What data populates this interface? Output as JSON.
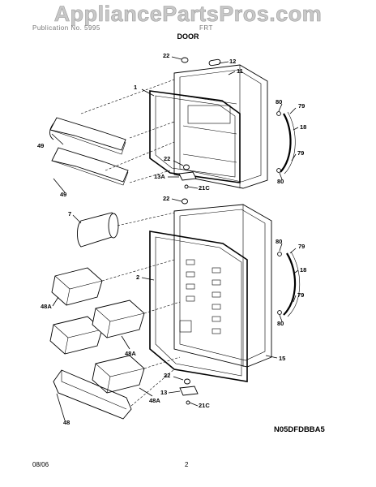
{
  "watermark": "AppliancePartsPros.com",
  "header_left": "Publication No. 5995",
  "header_right": "FRT",
  "section_title": "DOOR",
  "drawing_code": "N05DFDBBA5",
  "footer_date": "08/06",
  "footer_page": "2",
  "callouts": {
    "c22a": "22",
    "c12": "12",
    "c11": "11",
    "c1": "1",
    "c80a": "80",
    "c79a": "79",
    "c18a": "18",
    "c79b": "79",
    "c80b": "80",
    "c49a": "49",
    "c49b": "49",
    "c22b": "22",
    "c13a": "13A",
    "c21ca": "21C",
    "c22c": "22",
    "c7": "7",
    "c80c": "80",
    "c79c": "79",
    "c18b": "18",
    "c79d": "79",
    "c80d": "80",
    "c2": "2",
    "c48aa": "48A",
    "c48ab": "48A",
    "c48ac": "48A",
    "c15": "15",
    "c22d": "22",
    "c13": "13",
    "c21cb": "21C",
    "c48": "48"
  }
}
